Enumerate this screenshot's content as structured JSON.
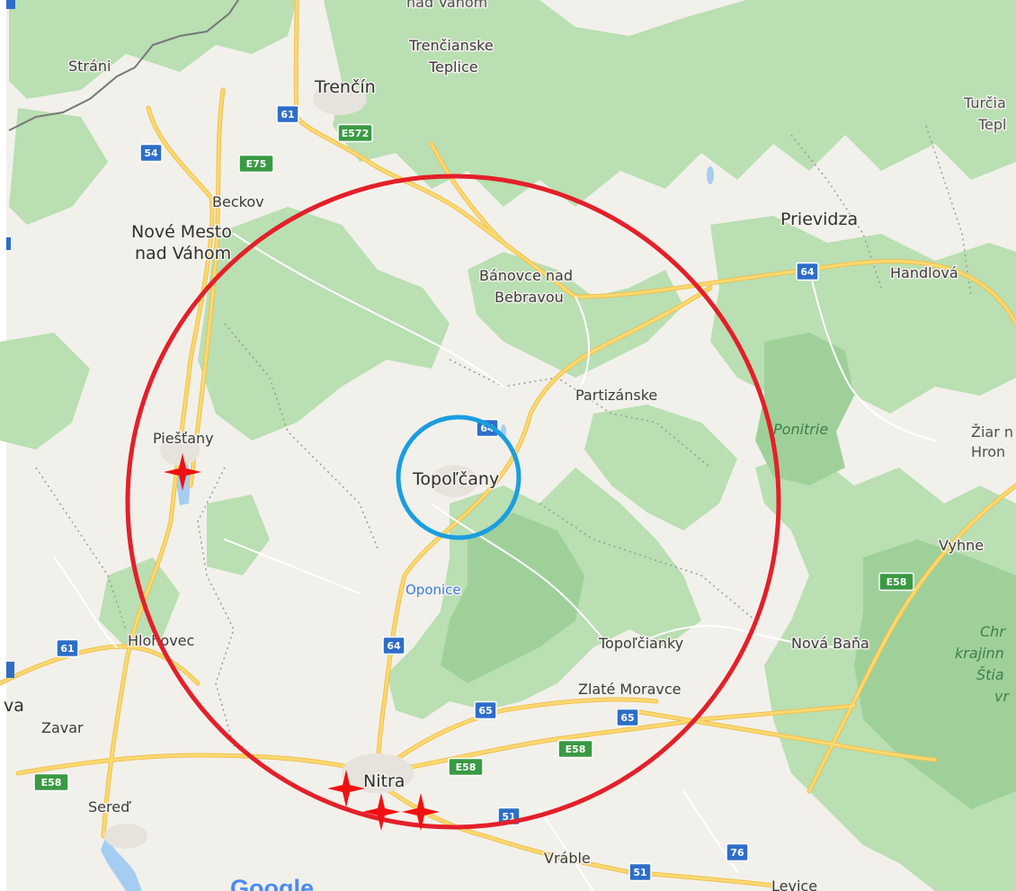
{
  "map": {
    "place_labels": [
      {
        "text": "Trenčianske",
        "key": "trencianske"
      },
      {
        "text": "Teplice",
        "key": "teplice"
      },
      {
        "text": "Trenčín",
        "key": "trencin"
      },
      {
        "text": "Stráni",
        "key": "strani"
      },
      {
        "text": "Beckov",
        "key": "beckov"
      },
      {
        "text": "Nové Mesto",
        "key": "nove-mesto"
      },
      {
        "text": "nad Váhom",
        "key": "nad-vahom"
      },
      {
        "text": "Bánovce nad",
        "key": "banovce"
      },
      {
        "text": "Bebravou",
        "key": "bebravou"
      },
      {
        "text": "Prievidza",
        "key": "prievidza"
      },
      {
        "text": "Handlová",
        "key": "handlova"
      },
      {
        "text": "Partizánske",
        "key": "partizanske"
      },
      {
        "text": "Piešťany",
        "key": "piestany"
      },
      {
        "text": "Topoľčany",
        "key": "topolcany"
      },
      {
        "text": "Vyhne",
        "key": "vyhne"
      },
      {
        "text": "Hlohovec",
        "key": "hlohovec"
      },
      {
        "text": "Topoľčianky",
        "key": "topolcianky"
      },
      {
        "text": "Nová Baňa",
        "key": "nova-bana"
      },
      {
        "text": "Zlaté Moravce",
        "key": "zlate-moravce"
      },
      {
        "text": "Zavar",
        "key": "zavar"
      },
      {
        "text": "Nitra",
        "key": "nitra"
      },
      {
        "text": "Sereď",
        "key": "sered"
      },
      {
        "text": "Vráble",
        "key": "vrable"
      },
      {
        "text": "Levice",
        "key": "levice"
      }
    ],
    "cut_labels": [
      {
        "text": "nad Váhom",
        "key": "top-nad-vahom"
      },
      {
        "text": "Turčia",
        "key": "turcia"
      },
      {
        "text": "Tepl",
        "key": "tepl"
      },
      {
        "text": "Žiar n",
        "key": "ziar"
      },
      {
        "text": "Hron",
        "key": "hron"
      },
      {
        "text": "va",
        "key": "va"
      }
    ],
    "park_labels": [
      {
        "text": "Ponitrie",
        "key": "ponitrie"
      },
      {
        "text": "Chr",
        "key": "chr"
      },
      {
        "text": "krajinn",
        "key": "krajinn"
      },
      {
        "text": "Štia",
        "key": "stia"
      },
      {
        "text": "vr",
        "key": "vr"
      }
    ],
    "poi_labels": [
      {
        "text": "Oponice",
        "key": "oponice"
      }
    ],
    "road_shields": [
      {
        "text": "61",
        "kind": "national"
      },
      {
        "text": "54",
        "kind": "national"
      },
      {
        "text": "E572",
        "kind": "european"
      },
      {
        "text": "E75",
        "kind": "european"
      },
      {
        "text": "64",
        "kind": "national"
      },
      {
        "text": "64",
        "kind": "national"
      },
      {
        "text": "61",
        "kind": "national"
      },
      {
        "text": "64",
        "kind": "national"
      },
      {
        "text": "65",
        "kind": "national"
      },
      {
        "text": "65",
        "kind": "national"
      },
      {
        "text": "E58",
        "kind": "european"
      },
      {
        "text": "E58",
        "kind": "european"
      },
      {
        "text": "E58",
        "kind": "european"
      },
      {
        "text": "E58",
        "kind": "european"
      },
      {
        "text": "76",
        "kind": "national"
      },
      {
        "text": "51",
        "kind": "national"
      },
      {
        "text": "51",
        "kind": "national"
      }
    ],
    "brand_logo": "Google",
    "colors": {
      "land": "#f2f0ea",
      "forest": "#b9dfb2",
      "forest_dark": "#9fd09a",
      "road": "#fbd970",
      "road_casing": "#f0c050",
      "water": "#a5cdf2",
      "national_shield": "#2e6ec8",
      "european_shield": "#3a9a44",
      "large_circle": "#e3202a",
      "small_circle": "#1a9ee0",
      "star_marker": "#ee1111"
    },
    "markers": {
      "large_circle_icon": "red-circle-outline",
      "small_circle_icon": "blue-circle-outline",
      "star_icon": "red-four-point-star-icon",
      "star_count": 4
    }
  }
}
